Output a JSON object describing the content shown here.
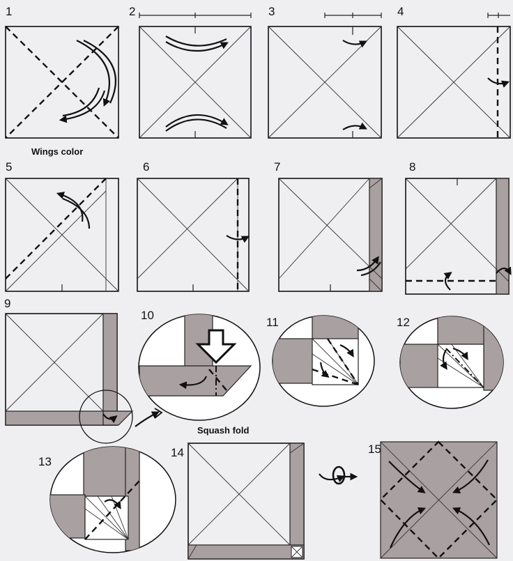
{
  "steps": [
    {
      "number": "1",
      "caption": "Wings color"
    },
    {
      "number": "2"
    },
    {
      "number": "3"
    },
    {
      "number": "4"
    },
    {
      "number": "5"
    },
    {
      "number": "6"
    },
    {
      "number": "7"
    },
    {
      "number": "8"
    },
    {
      "number": "9"
    },
    {
      "number": "10",
      "caption": "Squash fold"
    },
    {
      "number": "11"
    },
    {
      "number": "12"
    },
    {
      "number": "13"
    },
    {
      "number": "14"
    },
    {
      "number": "15"
    }
  ],
  "colors": {
    "paper": "#ffffff",
    "colored_side": "#a9a0a1",
    "line": "#111111",
    "background": "#efeef0"
  },
  "turn_over_symbol": "turn-over-icon"
}
